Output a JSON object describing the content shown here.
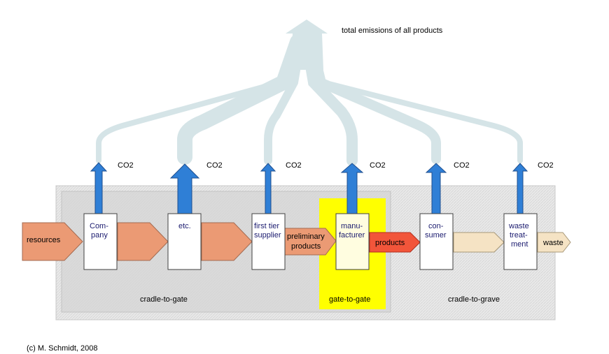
{
  "top_label": "total emissions of all products",
  "co2_label": "CO2",
  "stages": {
    "company": [
      "Com-",
      "pany"
    ],
    "etc": [
      "etc."
    ],
    "first_tier": [
      "first tier",
      "supplier"
    ],
    "manufacturer": [
      "manu-",
      "facturer"
    ],
    "consumer": [
      "con-",
      "sumer"
    ],
    "waste_treatment": [
      "waste",
      "treat-",
      "ment"
    ]
  },
  "flows": {
    "resources": "resources",
    "preliminary": [
      "preliminary",
      "products"
    ],
    "products": "products",
    "waste": "waste"
  },
  "regions": {
    "cradle_to_gate": "cradle-to-gate",
    "gate_to_gate": "gate-to-gate",
    "cradle_to_grave": "cradle-to-grave"
  },
  "copyright": "(c) M. Schmidt, 2008",
  "colors": {
    "arrow_orange": "#eb9a74",
    "arrow_red": "#f2553a",
    "arrow_beige": "#f5e3c4",
    "co2_blue": "#2f7fd6",
    "emission_band": "#d3e3e6",
    "gate_yellow": "#ffff00",
    "frame_gray": "#e6e6e6"
  }
}
